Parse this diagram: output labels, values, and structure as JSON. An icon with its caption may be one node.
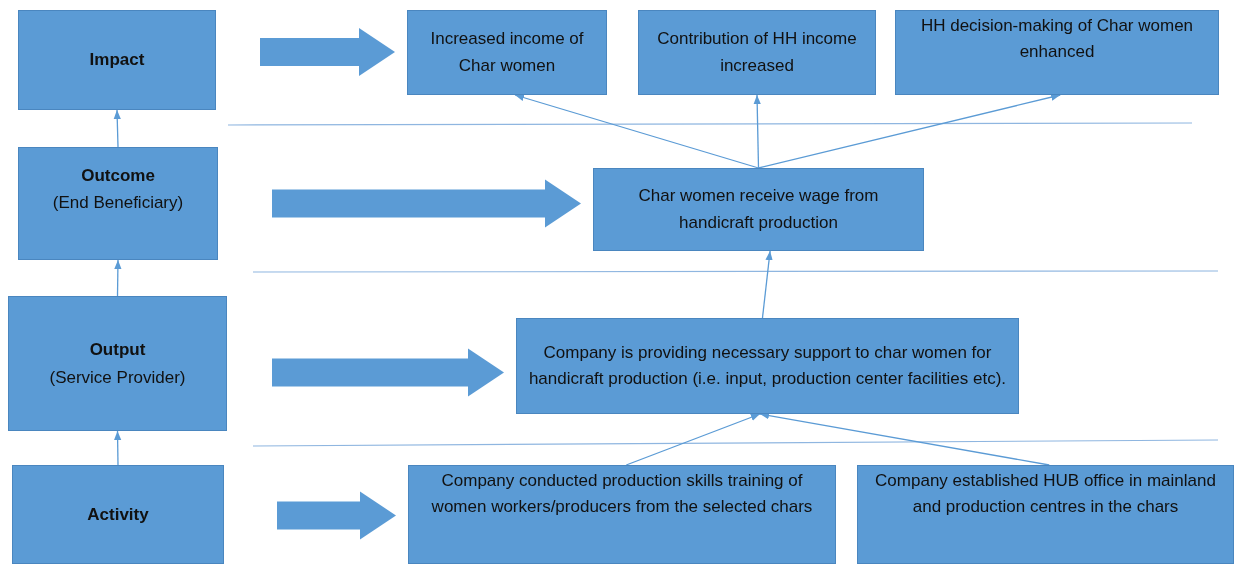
{
  "diagram": {
    "nodes": [
      {
        "text": [
          "Impact"
        ]
      },
      {
        "text": [
          "Outcome",
          "(End Beneficiary)"
        ]
      },
      {
        "text": [
          "Output",
          "(Service Provider)"
        ]
      },
      {
        "text": [
          "Activity"
        ]
      },
      {
        "text": [
          "Increased income of Char women"
        ]
      },
      {
        "text": [
          "Contribution of HH income increased"
        ]
      },
      {
        "text": [
          "HH decision-making of Char women enhanced"
        ]
      },
      {
        "text": [
          "Char women receive wage from handicraft production"
        ]
      },
      {
        "text": [
          "Company is  providing necessary support to char women  for handicraft production (i.e. input, production center facilities etc)."
        ]
      },
      {
        "text": [
          "Company conducted  production skills training of women workers/producers from the selected chars"
        ]
      },
      {
        "text": [
          "Company established HUB office in mainland and production centres in the chars"
        ]
      }
    ],
    "edges": [
      {
        "from": 3,
        "to": 2,
        "arrow": "to"
      },
      {
        "from": 2,
        "to": 1,
        "arrow": "to"
      },
      {
        "from": 1,
        "to": 0,
        "arrow": "to"
      },
      {
        "from": 0,
        "to": 4,
        "arrow": "to",
        "style": "thick"
      },
      {
        "from": 1,
        "to": 7,
        "arrow": "to",
        "style": "thick"
      },
      {
        "from": 2,
        "to": 8,
        "arrow": "to",
        "style": "thick"
      },
      {
        "from": 3,
        "to": 9,
        "arrow": "to",
        "style": "thick"
      },
      {
        "from": 7,
        "to": 4,
        "arrow": "to"
      },
      {
        "from": 7,
        "to": 5,
        "arrow": "to"
      },
      {
        "from": 7,
        "to": 6,
        "arrow": "to"
      },
      {
        "from": 8,
        "to": 7,
        "arrow": "to"
      },
      {
        "from": 9,
        "to": 8,
        "arrow": "to"
      },
      {
        "from": 10,
        "to": 8,
        "arrow": "to"
      }
    ]
  }
}
